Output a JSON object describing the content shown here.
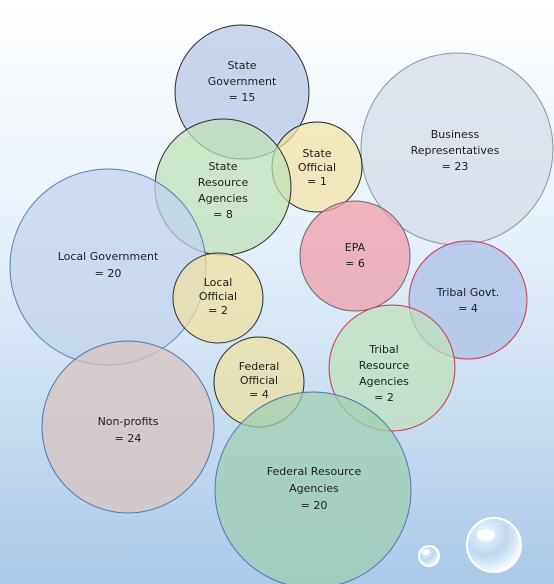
{
  "bubbles": [
    {
      "id": "state-government",
      "lines": [
        "State",
        "Government",
        "= 15"
      ],
      "fill": "#b7c6e6",
      "stroke": "#2b2b2b"
    },
    {
      "id": "business-representatives",
      "lines": [
        "Business",
        "Representatives",
        "= 23"
      ],
      "fill": "#d4dbe4",
      "stroke": "#8a97a8"
    },
    {
      "id": "state-official",
      "lines": [
        "State",
        "Official",
        "= 1"
      ],
      "fill": "#f1e3a4",
      "stroke": "#222222"
    },
    {
      "id": "state-resource-agencies",
      "lines": [
        "State",
        "Resource",
        "Agencies",
        "= 8"
      ],
      "fill": "#bfe0b5",
      "stroke": "#2c2c2c"
    },
    {
      "id": "local-government",
      "lines": [
        "Local Government",
        "= 20"
      ],
      "fill": "#c0d3ee",
      "stroke": "#5f7fb5"
    },
    {
      "id": "epa",
      "lines": [
        "EPA",
        "= 6"
      ],
      "fill": "#ef9aa8",
      "stroke": "#6b6b6b"
    },
    {
      "id": "tribal-govt",
      "lines": [
        "Tribal Govt.",
        "= 4"
      ],
      "fill": "#aabfe8",
      "stroke": "#d0344e"
    },
    {
      "id": "local-official",
      "lines": [
        "Local",
        "Official",
        "= 2"
      ],
      "fill": "#efe0a0",
      "stroke": "#333333"
    },
    {
      "id": "tribal-resource-agencies",
      "lines": [
        "Tribal",
        "Resource",
        "Agencies",
        "= 2"
      ],
      "fill": "#bfe1bc",
      "stroke": "#d0344e"
    },
    {
      "id": "non-profits",
      "lines": [
        "Non-profits",
        "= 24"
      ],
      "fill": "#d9c3be",
      "stroke": "#4f77b1"
    },
    {
      "id": "federal-official",
      "lines": [
        "Federal",
        "Official",
        "= 4"
      ],
      "fill": "#efe0a0",
      "stroke": "#2c2c2c"
    },
    {
      "id": "federal-resource-agencies",
      "lines": [
        "Federal Resource",
        "Agencies",
        "= 20"
      ],
      "fill": "#9ccdb0",
      "stroke": "#4f77b1"
    }
  ]
}
